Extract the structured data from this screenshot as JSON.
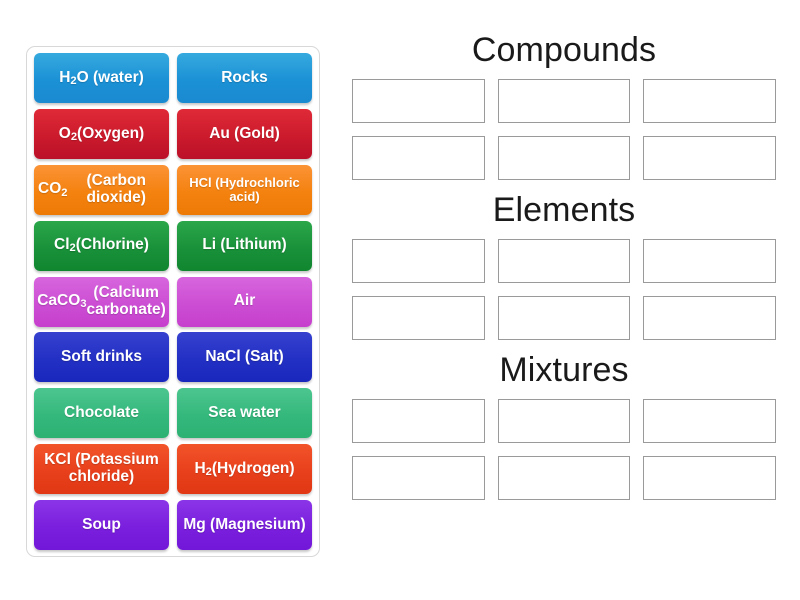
{
  "activity": {
    "type": "group-sort",
    "tile_panel_name": "draggable-tiles"
  },
  "tiles": [
    [
      {
        "id": "h2o",
        "html": "H<sub>2</sub>O (water)",
        "plain": "H2O (water)",
        "color": "#1b91d6",
        "theme": "c-blue",
        "size": "normal"
      },
      {
        "id": "rocks",
        "html": "Rocks",
        "plain": "Rocks",
        "color": "#1b91d6",
        "theme": "c-blue",
        "size": "normal"
      }
    ],
    [
      {
        "id": "o2",
        "html": "O<sub>2</sub> (Oxygen)",
        "plain": "O2 (Oxygen)",
        "color": "#cb1b2c",
        "theme": "c-crimson",
        "size": "normal"
      },
      {
        "id": "au",
        "html": "Au (Gold)",
        "plain": "Au (Gold)",
        "color": "#cb1b2c",
        "theme": "c-crimson",
        "size": "normal"
      }
    ],
    [
      {
        "id": "co2",
        "html": "CO<sub>2</sub> (Carbon dioxide)",
        "plain": "CO2 (Carbon dioxide)",
        "color": "#f4820f",
        "theme": "c-orange",
        "size": "normal"
      },
      {
        "id": "hcl",
        "html": "HCl (Hydrochloric acid)",
        "plain": "HCl (Hydrochloric acid)",
        "color": "#f4820f",
        "theme": "c-orange",
        "size": "small"
      }
    ],
    [
      {
        "id": "cl2",
        "html": "Cl<sub>2</sub> (Chlorine)",
        "plain": "Cl2 (Chlorine)",
        "color": "#19913a",
        "theme": "c-green",
        "size": "normal"
      },
      {
        "id": "li",
        "html": "Li (Lithium)",
        "plain": "Li (Lithium)",
        "color": "#19913a",
        "theme": "c-green",
        "size": "normal"
      }
    ],
    [
      {
        "id": "caco3",
        "html": "CaCO<sub>3</sub> (Calcium carbonate)",
        "plain": "CaCO3 (Calcium carbonate)",
        "color": "#cc4ed3",
        "theme": "c-magenta",
        "size": "normal"
      },
      {
        "id": "air",
        "html": "Air",
        "plain": "Air",
        "color": "#cc4ed3",
        "theme": "c-magenta",
        "size": "normal"
      }
    ],
    [
      {
        "id": "soft",
        "html": "Soft drinks",
        "plain": "Soft drinks",
        "color": "#2330c4",
        "theme": "c-indigo",
        "size": "normal"
      },
      {
        "id": "nacl",
        "html": "NaCl (Salt)",
        "plain": "NaCl (Salt)",
        "color": "#2330c4",
        "theme": "c-indigo",
        "size": "normal"
      }
    ],
    [
      {
        "id": "choc",
        "html": "Chocolate",
        "plain": "Chocolate",
        "color": "#35b87c",
        "theme": "c-teal",
        "size": "normal"
      },
      {
        "id": "sea",
        "html": "Sea water",
        "plain": "Sea water",
        "color": "#35b87c",
        "theme": "c-teal",
        "size": "normal"
      }
    ],
    [
      {
        "id": "kcl",
        "html": "KCl (Potassium chloride)",
        "plain": "KCl (Potassium chloride)",
        "color": "#e8401c",
        "theme": "c-redorange",
        "size": "normal"
      },
      {
        "id": "h2",
        "html": "H<sub>2</sub> (Hydrogen)",
        "plain": "H2 (Hydrogen)",
        "color": "#e8401c",
        "theme": "c-redorange",
        "size": "normal"
      }
    ],
    [
      {
        "id": "soup",
        "html": "Soup",
        "plain": "Soup",
        "color": "#7a1fdd",
        "theme": "c-purple",
        "size": "normal"
      },
      {
        "id": "mg",
        "html": "Mg (Magnesium)",
        "plain": "Mg (Magnesium)",
        "color": "#7a1fdd",
        "theme": "c-purple",
        "size": "normal"
      }
    ]
  ],
  "categories": [
    {
      "id": "compounds",
      "title": "Compounds",
      "slots": [
        "",
        "",
        "",
        "",
        "",
        ""
      ]
    },
    {
      "id": "elements",
      "title": "Elements",
      "slots": [
        "",
        "",
        "",
        "",
        "",
        ""
      ]
    },
    {
      "id": "mixtures",
      "title": "Mixtures",
      "slots": [
        "",
        "",
        "",
        "",
        "",
        ""
      ]
    }
  ],
  "theme": {
    "page_background": "#ffffff",
    "panel_border": "#d8d8d8",
    "dropzone_border": "#9a9a9a",
    "dropzone_fill": "#ffffff",
    "title_color": "#1a1a1a",
    "tile_text_color": "#ffffff"
  }
}
